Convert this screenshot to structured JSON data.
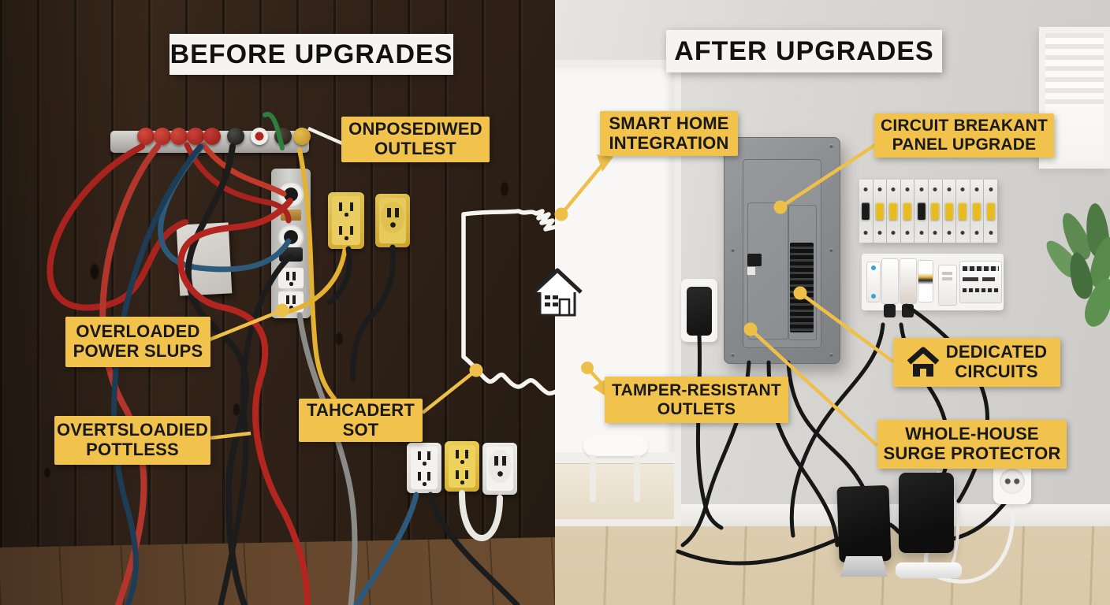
{
  "before": {
    "title": "BEFORE UPGRADES",
    "callouts": {
      "unsafe_outlets": {
        "line1": "ONPOSEDIWED",
        "line2": "OUTLEST"
      },
      "power_strips": {
        "line1": "OVERLOADED",
        "line2": "POWER SLUPS"
      },
      "overloaded_outlets": {
        "line1": "OVERTSLOADIED",
        "line2": "POTTLESS"
      },
      "socket": {
        "line1": "TAHCADERT",
        "line2": "SOT"
      }
    }
  },
  "after": {
    "title": "AFTER UPGRADES",
    "callouts": {
      "smart_home": {
        "line1": "SMART HOME",
        "line2": "INTEGRATION"
      },
      "breaker_panel": {
        "line1": "CIRCUIT BREAKANT",
        "line2": "PANEL UPGRADE"
      },
      "tamper_outlets": {
        "line1": "TAMPER-RESISTANT",
        "line2": "OUTLETS"
      },
      "dedicated_circuits": {
        "line1": "DEDICATED",
        "line2": "CIRCUITS"
      },
      "surge_protector": {
        "line1": "WHOLE-HOUSE",
        "line2": "SURGE PROTECTOR"
      }
    },
    "breaker_row": {
      "count": 10,
      "dark_switch_positions": [
        1,
        5
      ]
    }
  },
  "icons": {
    "map_outline": "ohio-state-outline",
    "map_house": "house-icon",
    "dedicated_circuits_icon": "house-icon"
  },
  "colors": {
    "label_bg": "#F2C34C",
    "label_text": "#191919",
    "banner_bg": "#F6F4F0",
    "banner_text": "#121212",
    "connector": "#EEC04A",
    "wood_wall": "#33241A",
    "after_wall": "#D9D7D4"
  }
}
